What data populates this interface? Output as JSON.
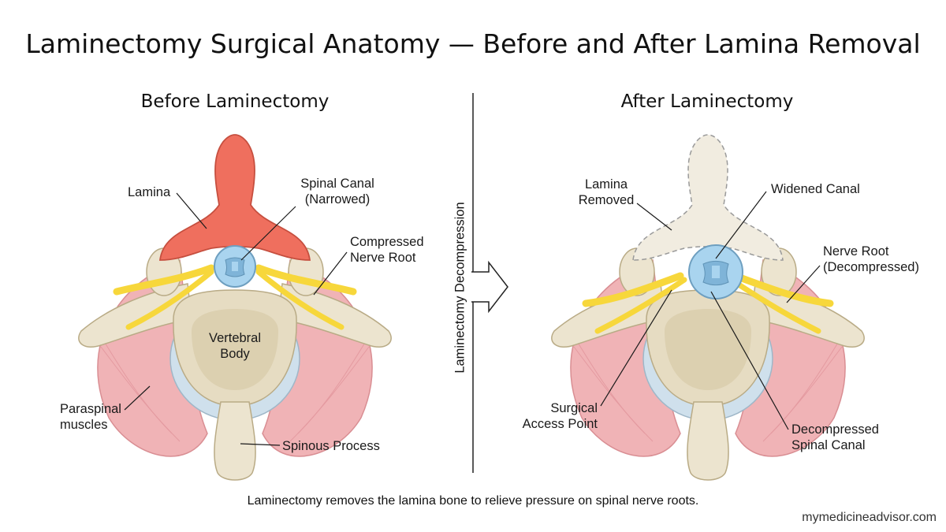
{
  "title": "Laminectomy Surgical Anatomy — Before and After Lamina Removal",
  "panels": {
    "before": {
      "title": "Before Laminectomy",
      "labels": {
        "lamina": "Lamina",
        "canal_1": "Spinal Canal",
        "canal_2": "(Narrowed)",
        "nerve_1": "Compressed",
        "nerve_2": "Nerve Root",
        "body_1": "Vertebral",
        "body_2": "Body",
        "muscle_1": "Paraspinal",
        "muscle_2": "muscles",
        "spinous": "Spinous Process"
      }
    },
    "after": {
      "title": "After Laminectomy",
      "labels": {
        "removed_1": "Lamina",
        "removed_2": "Removed",
        "widened": "Widened Canal",
        "nerve_1": "Nerve Root",
        "nerve_2": "(Decompressed)",
        "access_1": "Surgical",
        "access_2": "Access Point",
        "canal_1": "Decompressed",
        "canal_2": "Spinal Canal"
      }
    }
  },
  "divider_label": "Laminectomy Decompression",
  "caption": "Laminectomy removes the lamina bone to relieve pressure on spinal nerve roots.",
  "watermark": "mymedicineadvisor.com",
  "colors": {
    "bone": "#ece4cf",
    "bone_shadow": "#d8ccae",
    "lamina": "#ef6f5e",
    "muscle": "#f0b3b6",
    "nerve": "#f7d73b",
    "canal": "#a9d4ef",
    "disc": "#cfe0ec",
    "removed_bone": "#f1ece0"
  }
}
